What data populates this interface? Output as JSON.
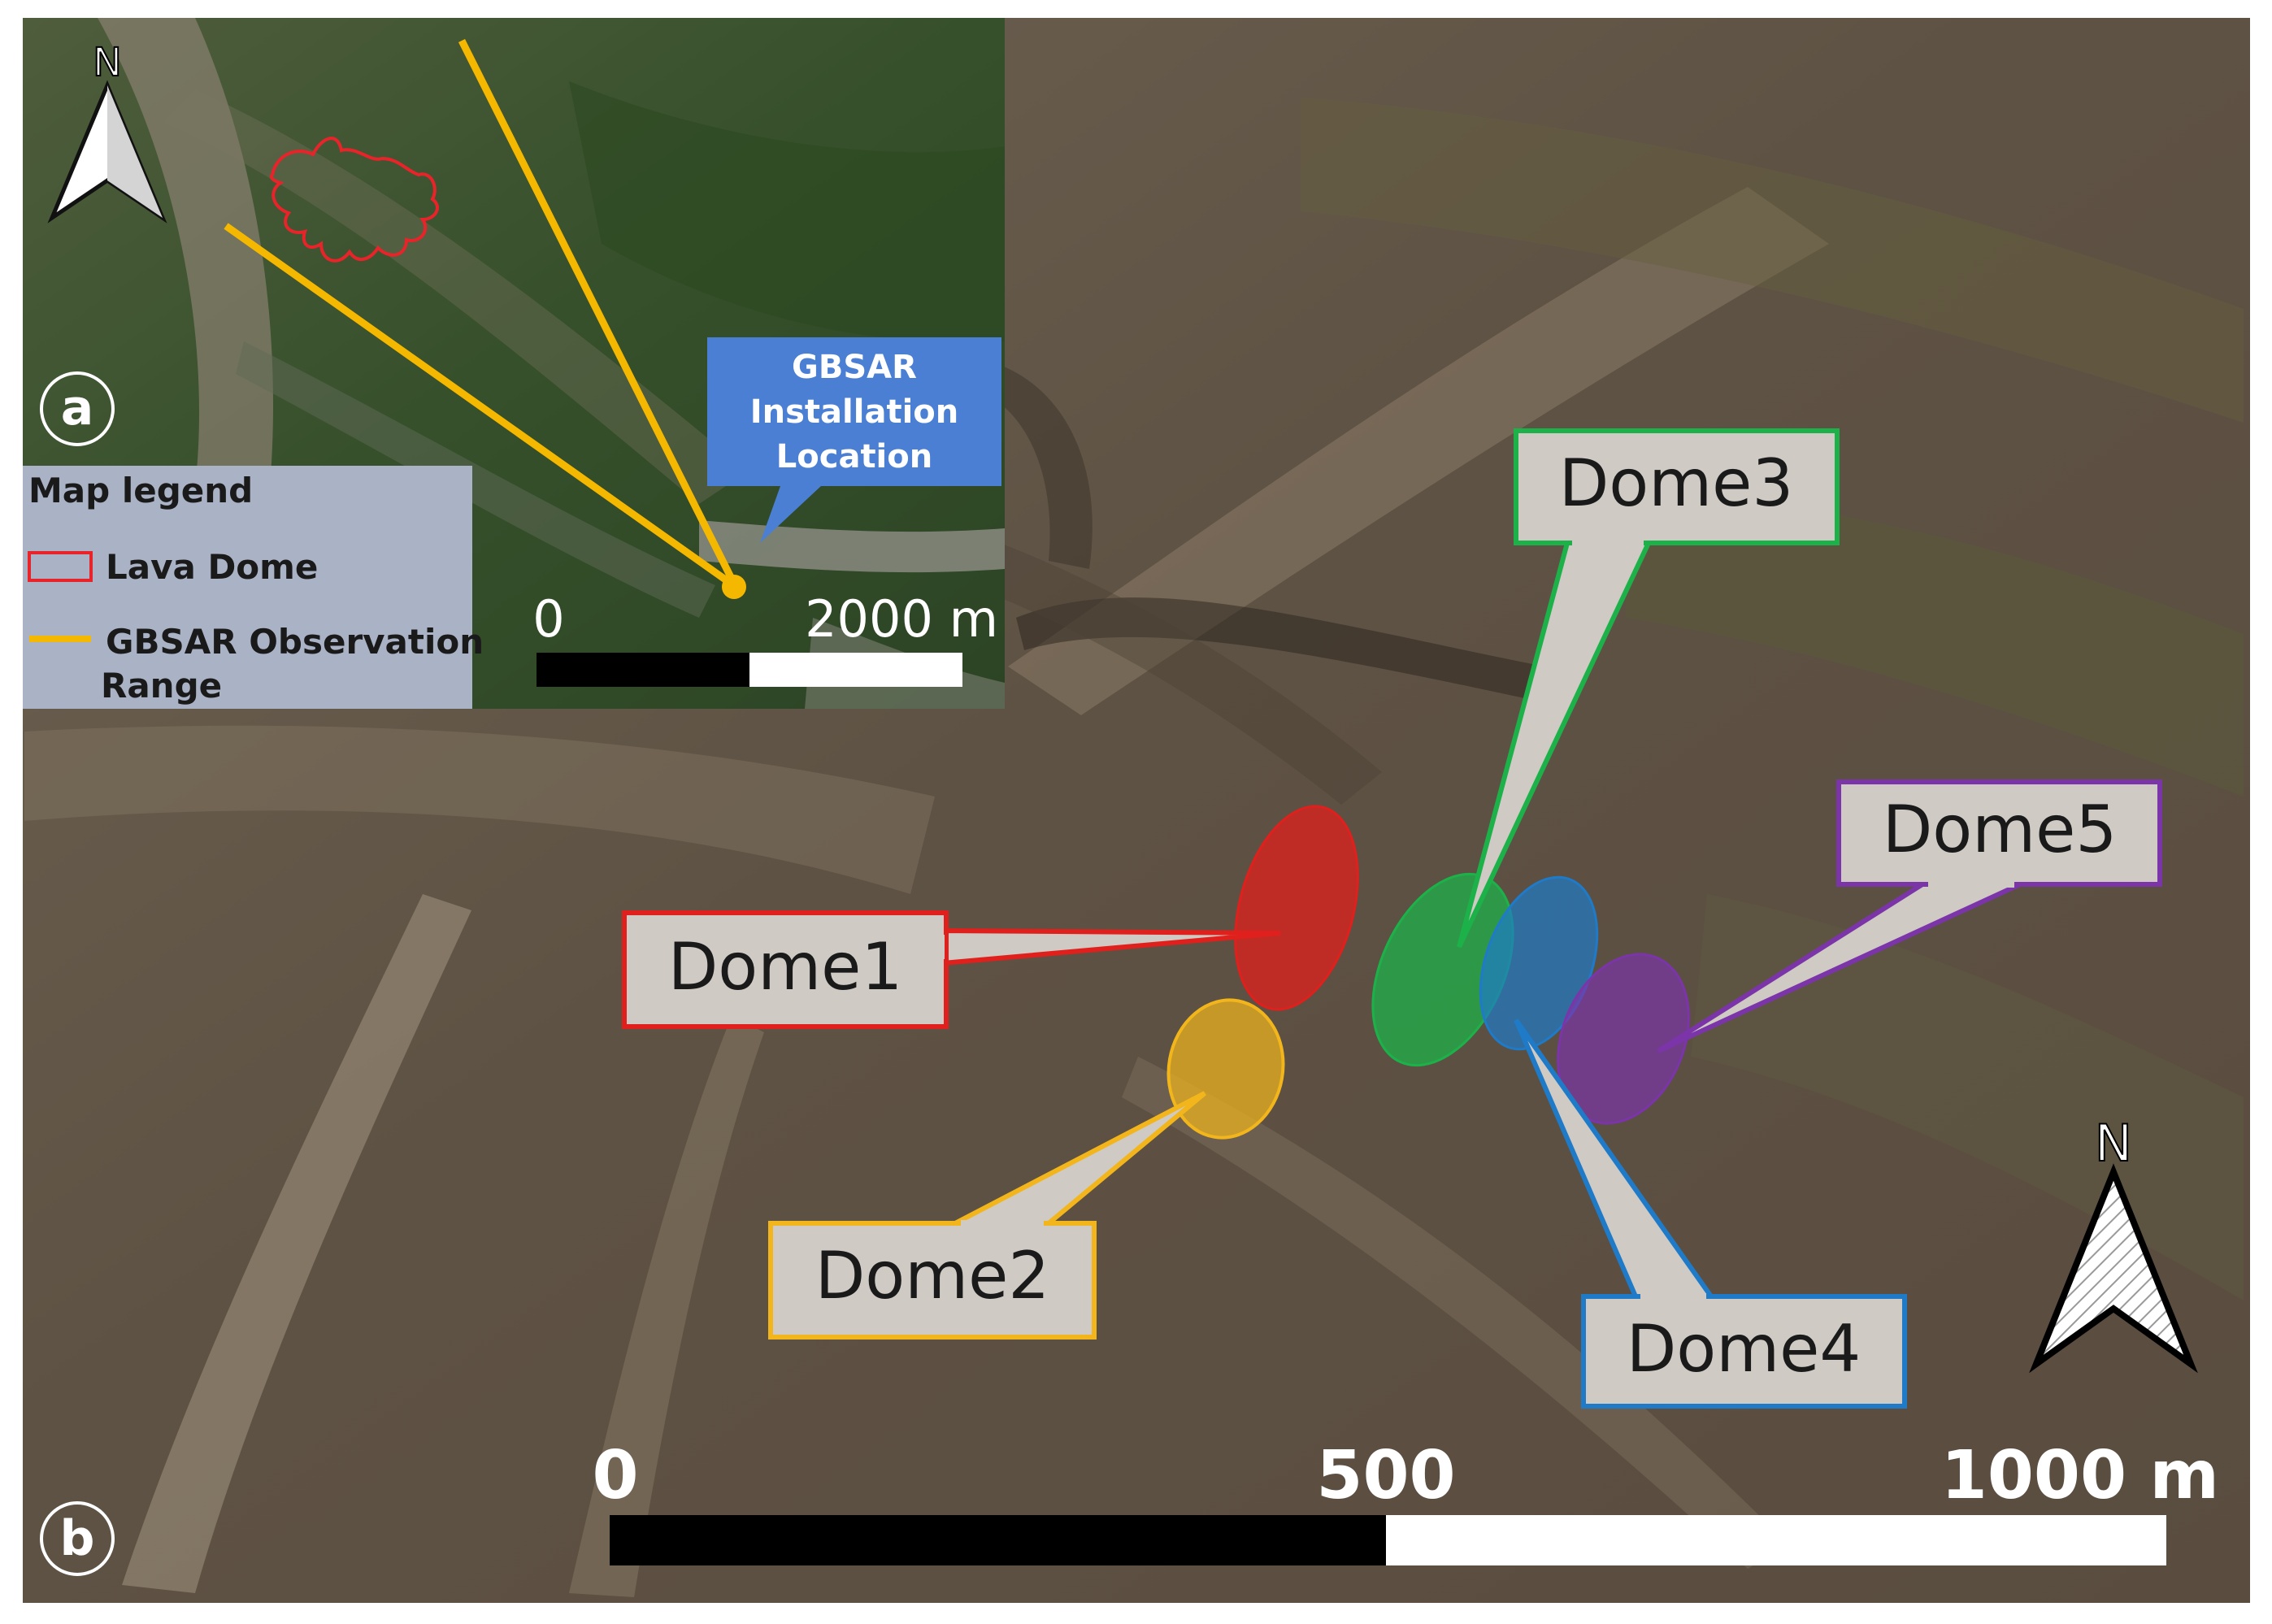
{
  "panel_a": {
    "label": "a",
    "north_label": "N",
    "callout": {
      "line1": "GBSAR",
      "line2": "Installation",
      "line3": "Location"
    },
    "scale": {
      "start": "0",
      "end": "2000 m"
    },
    "legend": {
      "title": "Map legend",
      "lava_dome": "Lava Dome",
      "gbsar_line1": "GBSAR Observation",
      "gbsar_line2": "Range"
    }
  },
  "panel_b": {
    "label": "b",
    "north_label": "N",
    "scale": {
      "start": "0",
      "mid": "500",
      "end": "1000 m"
    },
    "domes": [
      {
        "name": "Dome1",
        "color": "#e0201c"
      },
      {
        "name": "Dome2",
        "color": "#f2b61c"
      },
      {
        "name": "Dome3",
        "color": "#1db14a"
      },
      {
        "name": "Dome4",
        "color": "#1f7ac8"
      },
      {
        "name": "Dome5",
        "color": "#7b35a8"
      }
    ]
  },
  "colors": {
    "gbsar_range": "#f5b800",
    "lava_outline": "#e8242a",
    "callout_blue": "#4a7fd4",
    "legend_bg": "#aab3c6"
  }
}
